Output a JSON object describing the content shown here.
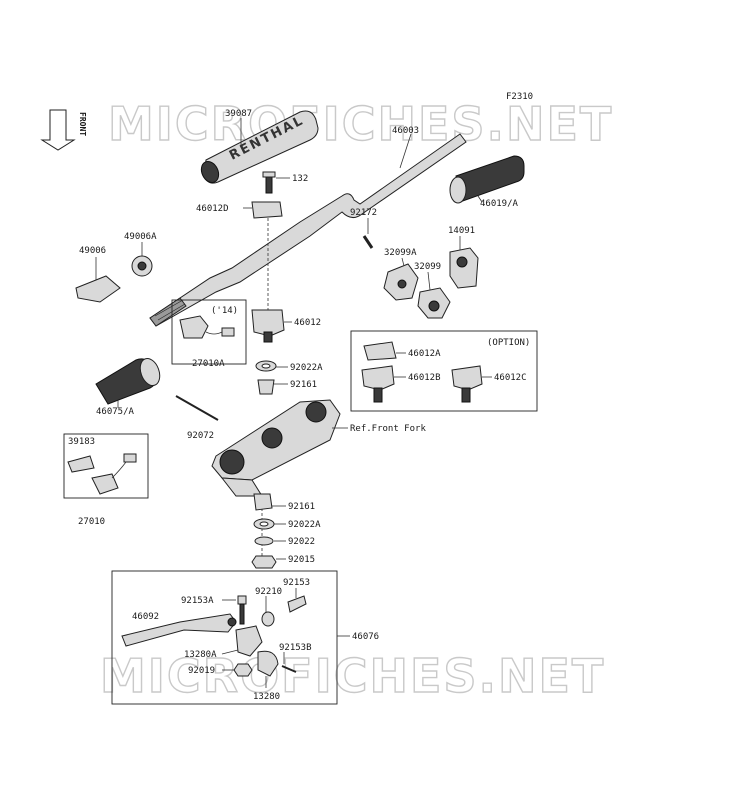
{
  "figure_code": "F2310",
  "watermark": "MICROFICHES.NET",
  "front_marker": "FRONT",
  "pad_brand": "RENTHAL",
  "reference_note": "Ref.Front Fork",
  "option_label": "(OPTION)",
  "version_note": "('14)",
  "part_numbers": {
    "p39087": "39087",
    "p46003": "46003",
    "p132": "132",
    "p46012D": "46012D",
    "p46019A": "46019/A",
    "p49006A": "49006A",
    "p49006": "49006",
    "p92172": "92172",
    "p32099A": "32099A",
    "p14091": "14091",
    "p32099": "32099",
    "p46012": "46012",
    "p27010A": "27010A",
    "p92022A_top": "92022A",
    "p92161_top": "92161",
    "p46075A": "46075/A",
    "p92072": "92072",
    "p46012A": "46012A",
    "p46012B": "46012B",
    "p46012C": "46012C",
    "p39183": "39183",
    "p27010": "27010",
    "p92161_bot": "92161",
    "p92022A_bot": "92022A",
    "p92022": "92022",
    "p92015": "92015",
    "p92153A": "92153A",
    "p92210": "92210",
    "p92153": "92153",
    "p46092": "46092",
    "p46076": "46076",
    "p13280A": "13280A",
    "p92153B": "92153B",
    "p92019": "92019",
    "p13280": "13280"
  }
}
